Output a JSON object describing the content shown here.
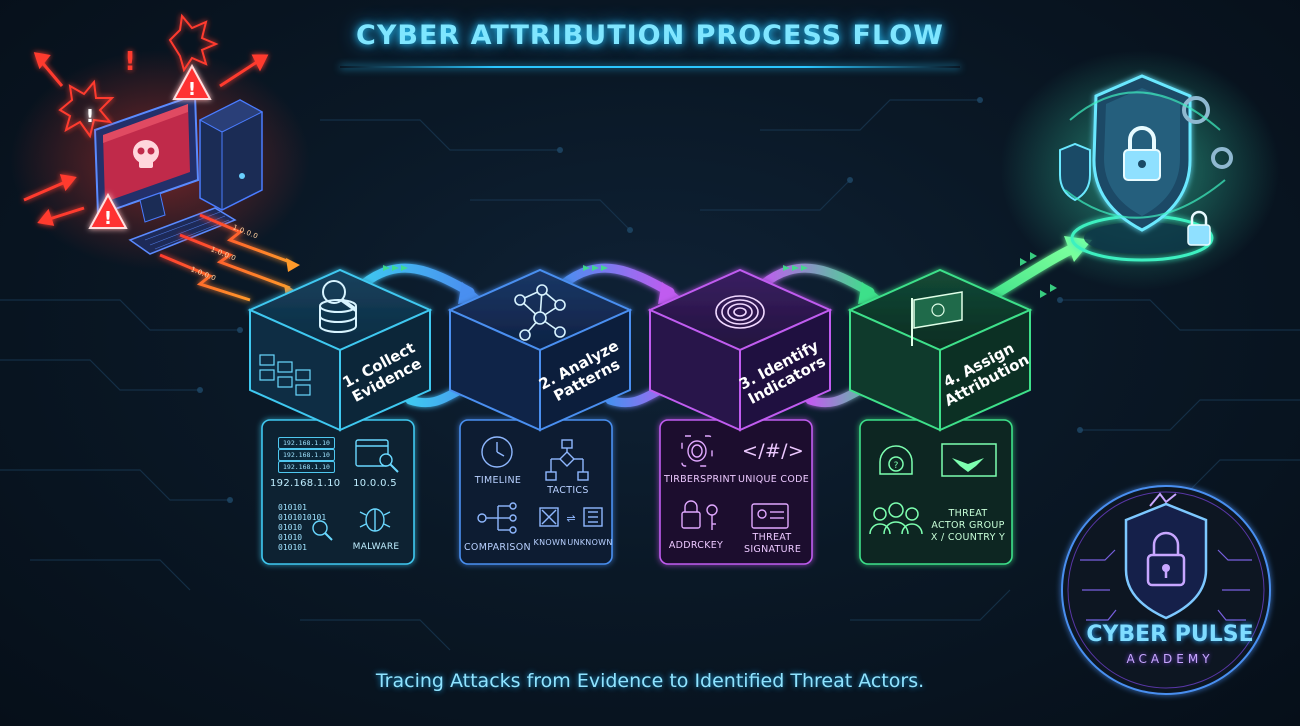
{
  "title": "CYBER ATTRIBUTION PROCESS FLOW",
  "subtitle": "Tracing Attacks from Evidence to Identified Threat Actors.",
  "colors": {
    "step1": "#3fc8f0",
    "step2": "#4a8ff0",
    "step3": "#c05cf0",
    "step4": "#3ee08a",
    "attack": "#ff3b2f",
    "shield": "#3ef0c0"
  },
  "steps": [
    {
      "label": "1. Collect Evidence",
      "icon": "magnifier-database-icon",
      "ips": [
        "192.168.1.10",
        "192.168.1.10",
        "192.168.1.10"
      ],
      "ip_caption": "192.168.1.10",
      "network_caption": "10.0.0.5",
      "binary": [
        "010101",
        "0101010101",
        "01010",
        "01010",
        "010101"
      ],
      "malware_caption": "MALWARE"
    },
    {
      "label": "2. Analyze Patterns",
      "icon": "network-nodes-icon",
      "timeline": "TIMELINE",
      "tactics": "TACTICS",
      "comparison": "COMPARISON",
      "known": "KNOWN",
      "unknown": "UNKNOWN"
    },
    {
      "label": "3. Identify Indicators",
      "icon": "fingerprint-icon",
      "fingerprint": "TIRBERSPRINT",
      "code_symbol": "</#/>",
      "unique_code": "UNIQUE CODE",
      "addrkey": "ADDRCKEY",
      "threat_signature": "THREAT SIGNATURE"
    },
    {
      "label": "4. Assign Attribution",
      "icon": "flag-icon",
      "actor": "THREAT ACTOR GROUP X / COUNTRY Y"
    }
  ],
  "attack_labels": [
    "1.0.0.0",
    "1.0.0.0",
    "1.0.0.0"
  ],
  "logo": {
    "name": "CYBER PULSE",
    "sub": "ACADEMY"
  }
}
